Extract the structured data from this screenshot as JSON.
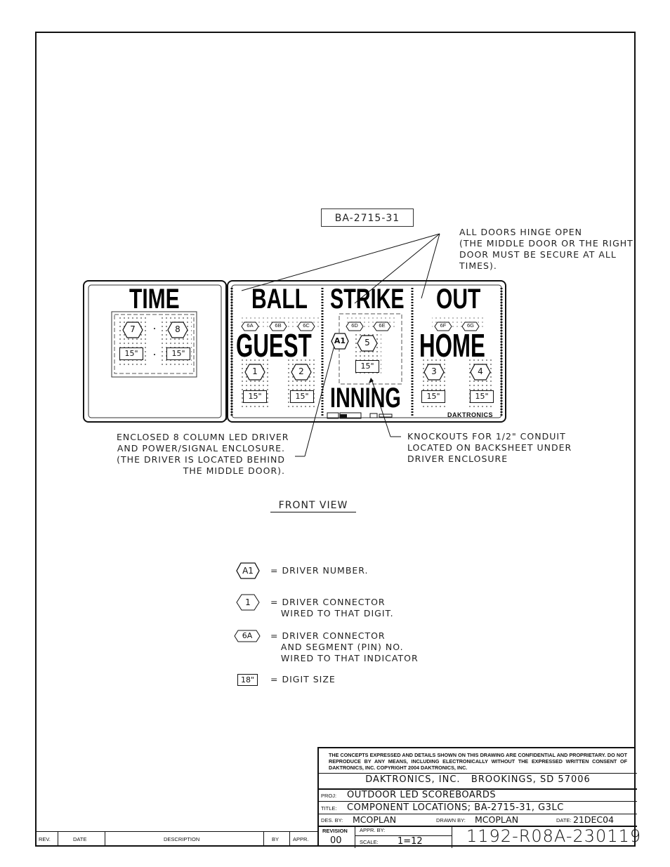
{
  "drawing_id": "BA-2715-31",
  "headers": {
    "time": "TIME",
    "ball": "BALL",
    "strike": "STRIKE",
    "out": "OUT",
    "guest": "GUEST",
    "home": "HOME",
    "inning": "INNING"
  },
  "brand": "DAKTRONICS",
  "markers": {
    "digits": [
      "7",
      "8",
      "1",
      "2",
      "5",
      "3",
      "4"
    ],
    "indicators": [
      "6A",
      "6B",
      "6C",
      "6D",
      "6E",
      "6F",
      "6G"
    ],
    "driver": "A1",
    "digit_size": "15\""
  },
  "notes": {
    "doors": "ALL DOORS HINGE OPEN\n(THE MIDDLE DOOR OR THE RIGHT\nDOOR MUST BE SECURE AT ALL\nTIMES).",
    "driver_enclosure": "ENCLOSED 8 COLUMN LED DRIVER\nAND POWER/SIGNAL ENCLOSURE.\n(THE DRIVER IS LOCATED BEHIND\nTHE MIDDLE DOOR).",
    "knockouts": "KNOCKOUTS FOR 1/2\" CONDUIT\nLOCATED ON BACKSHEET UNDER\nDRIVER ENCLOSURE"
  },
  "view_title": "FRONT VIEW",
  "legend": [
    {
      "symbol": "A1",
      "text": "= DRIVER NUMBER."
    },
    {
      "symbol": "1",
      "text": "= DRIVER CONNECTOR\n   WIRED TO THAT DIGIT."
    },
    {
      "symbol": "6A",
      "text": "= DRIVER CONNECTOR\n   AND SEGMENT (PIN) NO.\n   WIRED TO THAT INDICATOR"
    },
    {
      "symbol": "18\"",
      "text": "= DIGIT SIZE"
    }
  ],
  "title_block": {
    "confidential": "THE CONCEPTS EXPRESSED AND DETAILS SHOWN ON THIS DRAWING ARE CONFIDENTIAL AND PROPRIETARY. DO NOT REPRODUCE BY ANY MEANS, INCLUDING ELECTRONICALLY WITHOUT THE EXPRESSED WRITTEN CONSENT OF DAKTRONICS, INC.        COPYRIGHT 2004 DAKTRONICS, INC.",
    "company": "DAKTRONICS, INC.   BROOKINGS, SD 57006",
    "proj_label": "PROJ:",
    "proj": "OUTDOOR LED SCOREBOARDS",
    "title_label": "TITLE:",
    "title": "COMPONENT LOCATIONS; BA-2715-31, G3LC",
    "des_label": "DES. BY:",
    "des": "MCOPLAN",
    "drawn_label": "DRAWN BY:",
    "drawn": "MCOPLAN",
    "date_label": "DATE:",
    "date": "21DEC04",
    "revision_label": "REVISION",
    "revision": "00",
    "appr_label": "APPR. BY:",
    "scale_label": "SCALE:",
    "scale": "1=12",
    "drawing_number": "1192-R08A-230119"
  },
  "revision_table": {
    "headers": [
      "REV.",
      "DATE",
      "DESCRIPTION",
      "BY",
      "APPR."
    ]
  }
}
